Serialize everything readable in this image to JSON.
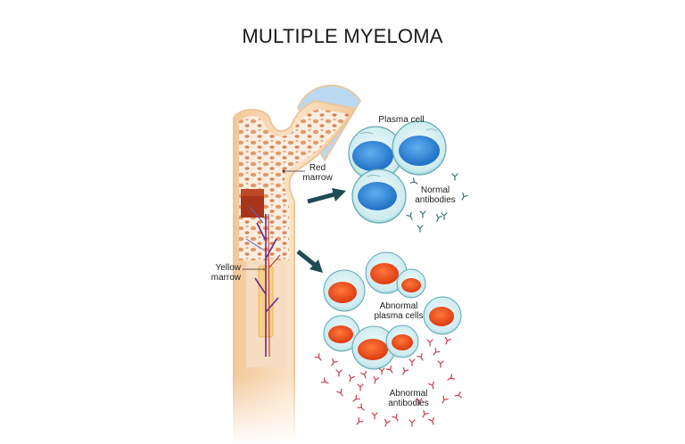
{
  "title": "MULTIPLE MYELOMA",
  "labels": {
    "red_marrow": [
      "Red",
      "marrow"
    ],
    "yellow_marrow": [
      "Yellow",
      "marrow"
    ],
    "plasma_cell": "Plasma cell",
    "normal_antibodies": [
      "Normal",
      "antibodies"
    ],
    "abnormal_plasma_cells": [
      "Abnormal",
      "plasma cells"
    ],
    "abnormal_antibodies": [
      "Abnormal",
      "antibodies"
    ]
  },
  "colors": {
    "bone_outer": "#f6d7b0",
    "bone_spongy": "#e9a77a",
    "cartilage": "#b9d9f3",
    "red_marrow": "#a8341c",
    "yellow_marrow": "#f7cf8a",
    "arrow": "#1f4c52",
    "normal_nucleus": "#2e86d6",
    "cell_membrane": "#bfe3e8",
    "abnormal_nucleus": "#ea4a1c",
    "normal_antibody": "#3d6e78",
    "abnormal_antibody": "#c73a4a"
  }
}
